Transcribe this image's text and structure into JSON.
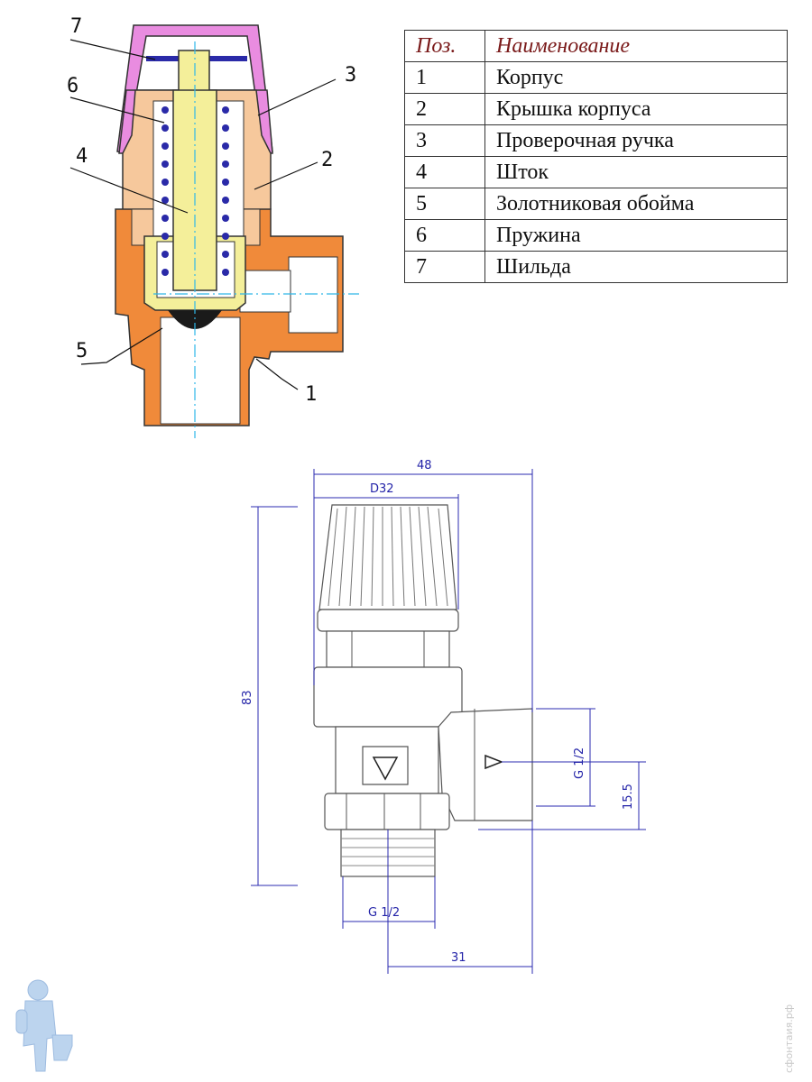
{
  "table": {
    "header_pos": "Поз.",
    "header_name": "Наименование",
    "rows": [
      {
        "pos": "1",
        "name": "Корпус"
      },
      {
        "pos": "2",
        "name": "Крышка корпуса"
      },
      {
        "pos": "3",
        "name": "Проверочная ручка"
      },
      {
        "pos": "4",
        "name": "Шток"
      },
      {
        "pos": "5",
        "name": "Золотниковая обойма"
      },
      {
        "pos": "6",
        "name": "Пружина"
      },
      {
        "pos": "7",
        "name": "Шильда"
      }
    ]
  },
  "callouts": {
    "c1": "1",
    "c2": "2",
    "c3": "3",
    "c4": "4",
    "c5": "5",
    "c6": "6",
    "c7": "7"
  },
  "dimensions": {
    "width_total": "48",
    "cap_diameter": "D32",
    "height_total": "83",
    "side_thread": "G 1/2",
    "side_offset": "15.5",
    "bottom_thread": "G 1/2",
    "axis_to_outlet": "31"
  },
  "watermark": "сфонтаия.рф",
  "colors": {
    "body": "#f08a3a",
    "cover": "#f6c89c",
    "handle": "#e98ce0",
    "stem": "#f4ef9a",
    "spring": "#2a2aa8",
    "ball": "#1a1a1a",
    "dimension": "#2b2bb0",
    "axis": "#30b8e8",
    "table_header": "#7a1a1a"
  }
}
